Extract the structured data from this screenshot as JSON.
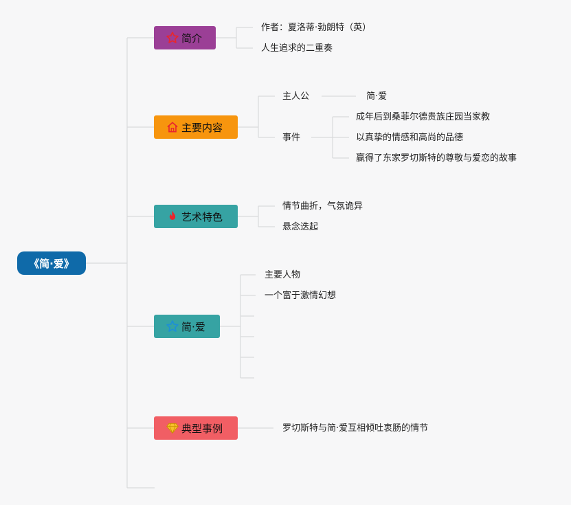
{
  "root": {
    "label": "《简·爱》"
  },
  "branches": {
    "intro": {
      "label": "简介",
      "color": "#9b3f96",
      "icon": "star-outline-icon",
      "children": [
        "作者：夏洛蒂·勃朗特（英）",
        "人生追求的二重奏"
      ]
    },
    "content": {
      "label": "主要内容",
      "color": "#f7950e",
      "icon": "house-icon",
      "protagonist": {
        "label": "主人公",
        "value": "简·爱"
      },
      "events": {
        "label": "事件",
        "items": [
          "成年后到桑菲尔德贵族庄园当家教",
          "以真挚的情感和高尚的品德",
          "赢得了东家罗切斯特的尊敬与爱恋的故事"
        ]
      }
    },
    "art": {
      "label": "艺术特色",
      "color": "#36a3a3",
      "icon": "flame-icon",
      "children": [
        "情节曲折，气氛诡异",
        "悬念迭起"
      ]
    },
    "jane": {
      "label": "简·爱",
      "color": "#36a3a3",
      "icon": "star-icon",
      "children": [
        "主要人物",
        "一个富于激情幻想"
      ]
    },
    "example": {
      "label": "典型事例",
      "color": "#f15e64",
      "icon": "diamond-icon",
      "children": [
        "罗切斯特与简·爱互相倾吐衷肠的情节"
      ]
    }
  }
}
